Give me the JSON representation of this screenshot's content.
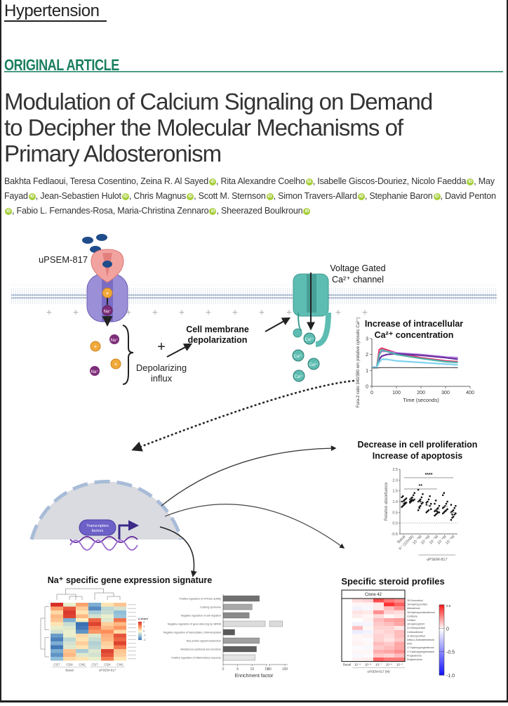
{
  "header": {
    "journal": "Hypertension",
    "article_type": "ORIGINAL ARTICLE"
  },
  "title": {
    "line1": "Modulation of Calcium Signaling on Demand",
    "line2": "to Decipher the Molecular Mechanisms of",
    "line3": "Primary Aldosteronism"
  },
  "authors": [
    {
      "name": "Bakhta Fedlaoui",
      "orcid": false
    },
    {
      "name": "Teresa Cosentino",
      "orcid": false
    },
    {
      "name": "Zeina R. Al Sayed",
      "orcid": true
    },
    {
      "name": "Rita Alexandre Coelho",
      "orcid": true
    },
    {
      "name": "Isabelle Giscos-Douriez",
      "orcid": false
    },
    {
      "name": "Nicolo Faedda",
      "orcid": true
    },
    {
      "name": "May Fayad",
      "orcid": true
    },
    {
      "name": "Jean-Sebastien Hulot",
      "orcid": true
    },
    {
      "name": "Chris Magnus",
      "orcid": true
    },
    {
      "name": "Scott M. Sternson",
      "orcid": true
    },
    {
      "name": "Simon Travers-Allard",
      "orcid": true
    },
    {
      "name": "Stephanie Baron",
      "orcid": true
    },
    {
      "name": "David Penton",
      "orcid": true
    },
    {
      "name": "Fabio L. Fernandes-Rosa",
      "orcid": false
    },
    {
      "name": "Maria-Christina Zennaro",
      "orcid": true
    },
    {
      "name": "Sheerazed Boulkroun",
      "orcid": true
    }
  ],
  "orcid_glyph": "iD",
  "diagram": {
    "ligand_label": "uPSEM-817",
    "na_ion": "Na⁺",
    "plus_ion": "+",
    "ca_ion": "Ca²⁺",
    "influx_label_1": "Depolarizing",
    "influx_label_2": "influx",
    "plus_sign": "+",
    "depol_label_1": "Cell membrane",
    "depol_label_2": "depolarization",
    "vgcc_label_1": "Voltage Gated",
    "vgcc_label_2": "Ca²⁺ channel",
    "ca_increase_1": "Increase of intracellular",
    "ca_increase_2": "Ca²⁺ concentration",
    "transcription_label_1": "Transcription",
    "transcription_label_2": "factors",
    "prolif_title_1": "Decrease in cell proliferation",
    "prolif_title_2": "Increase of apoptosis",
    "gene_sig_title": "Na⁺ specific gene expression signature",
    "steroid_title": "Specific steroid profiles"
  },
  "chart_data": [
    {
      "type": "line",
      "title": "Increase of intracellular Ca²⁺ concentration",
      "xlabel": "Time (seconds)",
      "ylabel": "Fura-2 ratio 340/380 nm (relative cytosolic Ca²⁺)",
      "xlim": [
        0,
        400
      ],
      "ylim": [
        0,
        3
      ],
      "xticks": [
        "0",
        "100",
        "200",
        "300",
        "400"
      ],
      "yticks": [
        "0",
        "1",
        "2",
        "3"
      ],
      "series": [
        {
          "name": "trace-red",
          "color": "#e8336b",
          "x": [
            0,
            20,
            30,
            40,
            60,
            100,
            200,
            300,
            350
          ],
          "y": [
            1.2,
            1.2,
            2.3,
            2.4,
            2.3,
            2.1,
            1.8,
            1.6,
            1.55
          ]
        },
        {
          "name": "trace-violet",
          "color": "#b07be0",
          "x": [
            0,
            20,
            30,
            40,
            60,
            100,
            200,
            300,
            350
          ],
          "y": [
            1.2,
            1.2,
            2.0,
            2.2,
            2.2,
            2.1,
            2.0,
            1.85,
            1.8
          ]
        },
        {
          "name": "trace-purple",
          "color": "#6a2ea0",
          "x": [
            0,
            20,
            30,
            40,
            60,
            100,
            200,
            300,
            350
          ],
          "y": [
            1.2,
            1.2,
            1.7,
            1.9,
            2.0,
            2.05,
            1.95,
            1.8,
            1.7
          ]
        },
        {
          "name": "trace-teal",
          "color": "#4fb3a8",
          "x": [
            0,
            20,
            30,
            40,
            60,
            100,
            200,
            300,
            350
          ],
          "y": [
            1.2,
            1.2,
            2.0,
            2.3,
            2.2,
            2.0,
            1.75,
            1.55,
            1.5
          ]
        },
        {
          "name": "trace-lightblue",
          "color": "#7fd3ee",
          "x": [
            0,
            20,
            30,
            40,
            60,
            100,
            200,
            300,
            350
          ],
          "y": [
            1.2,
            1.2,
            1.5,
            1.7,
            1.7,
            1.6,
            1.5,
            1.4,
            1.35
          ]
        },
        {
          "name": "trace-black",
          "color": "#333333",
          "x": [
            0,
            20,
            30,
            40,
            60,
            100,
            200,
            300,
            350
          ],
          "y": [
            1.15,
            1.15,
            1.17,
            1.18,
            1.18,
            1.18,
            1.17,
            1.18,
            1.17
          ]
        }
      ]
    },
    {
      "type": "scatter",
      "title": "Decrease in cell proliferation / Increase of apoptosis",
      "ylabel": "Relative absorbance",
      "ylim": [
        -0.5,
        2.5
      ],
      "yticks": [
        "-0.5",
        "0.0",
        "0.5",
        "1.0",
        "1.5",
        "2.0",
        "2.5"
      ],
      "categories": [
        "Basal",
        "K⁺ (12mM)",
        "10⁻⁹M",
        "10⁻⁸M",
        "10⁻⁷M",
        "10⁻⁶M",
        "10⁻⁵M"
      ],
      "group_label": "uPSEM-817",
      "significance": [
        {
          "label": "**",
          "from": "Basal",
          "to": "10⁻⁷M"
        },
        {
          "label": "****",
          "from": "Basal",
          "to": "10⁻⁵M"
        }
      ],
      "values": [
        [
          0.75,
          0.8,
          0.85,
          0.9,
          0.95,
          1.0,
          1.0,
          1.05,
          1.1,
          1.15,
          1.2,
          1.25,
          0.9,
          0.95
        ],
        [
          0.95,
          1.0,
          1.05,
          1.05,
          1.1,
          1.1,
          1.15,
          1.2,
          1.3,
          1.4,
          1.0,
          1.05,
          1.1
        ],
        [
          0.6,
          0.7,
          0.8,
          0.9,
          0.95,
          1.0,
          1.05,
          1.1,
          1.2,
          1.35,
          1.55,
          0.75,
          1.0
        ],
        [
          0.5,
          0.55,
          0.6,
          0.8,
          0.9,
          0.95,
          1.0,
          1.1,
          1.25,
          0.65,
          0.85
        ],
        [
          0.35,
          0.4,
          0.45,
          0.5,
          0.5,
          0.55,
          0.6,
          0.65,
          0.7,
          0.8,
          0.9,
          1.05,
          0.55
        ],
        [
          0.45,
          0.5,
          0.55,
          0.6,
          0.65,
          0.7,
          0.75,
          0.8,
          0.9,
          1.0,
          1.3,
          1.4,
          0.55
        ],
        [
          0.15,
          0.25,
          0.3,
          0.4,
          0.45,
          0.5,
          0.55,
          0.6,
          0.7,
          0.8,
          0.85,
          0.4
        ]
      ]
    },
    {
      "type": "heatmap",
      "title": "Na⁺ specific gene expression signature",
      "legend_title": "z-score",
      "legend_ticks": [
        "2",
        "1",
        "0",
        "-1",
        "-2"
      ],
      "columns": [
        "Cl17",
        "Cl24",
        "Cl42",
        "Cl17",
        "Cl24",
        "Cl42"
      ],
      "column_groups": [
        "Basal",
        "uPSEM-817"
      ],
      "values": [
        [
          2.0,
          -0.2,
          0.8,
          -1.2,
          0.2,
          0.5
        ],
        [
          0.8,
          1.6,
          0.4,
          -1.6,
          -0.6,
          -0.4
        ],
        [
          0.3,
          1.9,
          0.2,
          -0.8,
          -0.5,
          -1.0
        ],
        [
          0.6,
          1.8,
          0.6,
          -0.4,
          -0.2,
          -0.9
        ],
        [
          0.5,
          -1.2,
          0.1,
          1.4,
          -0.3,
          1.3
        ],
        [
          0.2,
          -0.5,
          -1.9,
          1.8,
          0.4,
          0.6
        ],
        [
          -0.2,
          -0.3,
          -1.8,
          1.2,
          0.6,
          0.9
        ],
        [
          -0.4,
          -0.2,
          -1.5,
          0.9,
          1.0,
          0.3
        ],
        [
          -1.4,
          -0.2,
          0.3,
          -0.3,
          0.7,
          1.6
        ],
        [
          -1.7,
          -0.6,
          0.2,
          -0.5,
          0.6,
          1.4
        ],
        [
          -1.2,
          -0.4,
          0.4,
          -0.7,
          0.4,
          1.8
        ],
        [
          -1.8,
          -0.3,
          0.2,
          -0.6,
          0.3,
          1.2
        ],
        [
          -1.2,
          0.5,
          -0.8,
          -0.3,
          1.8,
          0.5
        ],
        [
          -1.5,
          0.6,
          -0.3,
          -0.4,
          1.6,
          0.4
        ],
        [
          -1.0,
          0.3,
          0.2,
          -0.2,
          1.2,
          0.2
        ]
      ]
    },
    {
      "type": "bar",
      "orientation": "horizontal",
      "xlabel": "Enrichment factor",
      "xticks": [
        "0",
        "5",
        "10",
        "15",
        "80",
        "100"
      ],
      "categories": [
        "Positive regulation of GTPase activity",
        "Cushing syndrome",
        "Negative regulation of cell migration",
        "Negative regulation of gene silencing by miRNA",
        "Negative regulation of transcription, DNA-templated",
        "Ras protein signal transduction",
        "Aldosterone synthesis and secretion",
        "Positive regulation of inflammatory response"
      ],
      "values": [
        12.5,
        10,
        9,
        97,
        4,
        12.5,
        11.5,
        11
      ],
      "colors": [
        "#707070",
        "#a8a8a8",
        "#8a8a8a",
        "#dcdcdc",
        "#5a5a5a",
        "#a0a0a0",
        "#5e5e5e",
        "#e4e4e4"
      ]
    },
    {
      "type": "heatmap",
      "title": "Specific steroid profiles",
      "panel_label": "Clone 42",
      "xlabel": "uPSEM-817 (M)",
      "columns": [
        "Basal",
        "10⁻⁹",
        "10⁻⁸",
        "10⁻⁷",
        "10⁻⁶",
        "10⁻⁵"
      ],
      "rows": [
        "18-Oxocortisol",
        "18-Hydroxycortisol",
        "Aldosterone",
        "18-Hydroxycorticosterone",
        "Cortisone",
        "Cortisol",
        "18-HydroxyDOC",
        "21-Deoxycortisol",
        "Corticosterone",
        "11-Deoxycortisol",
        "Delta-4-Androstenedione",
        "DOC",
        "17-Hydroxyprogesterone",
        "17-Hydroxypregnenolone",
        "Progesterone",
        "Pregnenolone"
      ],
      "legend_ticks": [
        "0.5",
        "0",
        "-0.5",
        "-1.0"
      ],
      "values": [
        [
          0.0,
          0.08,
          0.1,
          0.4,
          0.3,
          0.25
        ],
        [
          0.0,
          0.02,
          0.02,
          0.05,
          0.45,
          0.35
        ],
        [
          0.0,
          -0.05,
          -0.03,
          0.05,
          0.15,
          0.25
        ],
        [
          0.0,
          0.06,
          0.05,
          0.25,
          0.1,
          0.08
        ],
        [
          0.0,
          0.04,
          0.02,
          0.08,
          0.02,
          0.05
        ],
        [
          0.0,
          0.0,
          0.03,
          0.15,
          0.2,
          0.22
        ],
        [
          0.0,
          -0.05,
          -0.04,
          0.12,
          0.15,
          0.2
        ],
        [
          0.0,
          0.15,
          0.02,
          0.1,
          0.1,
          0.05
        ],
        [
          0.0,
          -0.08,
          -0.05,
          0.08,
          0.1,
          0.15
        ],
        [
          0.0,
          0.02,
          0.03,
          0.1,
          0.08,
          0.15
        ],
        [
          0.0,
          0.02,
          -0.02,
          0.1,
          0.06,
          0.12
        ],
        [
          0.0,
          0.03,
          0.02,
          0.15,
          0.12,
          0.2
        ],
        [
          0.0,
          -0.02,
          -0.03,
          0.12,
          0.15,
          0.2
        ],
        [
          0.0,
          0.02,
          0.02,
          0.18,
          0.2,
          0.25
        ],
        [
          0.0,
          -0.03,
          -0.02,
          0.12,
          0.1,
          0.15
        ],
        [
          0.0,
          0.03,
          0.04,
          0.35,
          0.3,
          0.3
        ]
      ]
    }
  ]
}
